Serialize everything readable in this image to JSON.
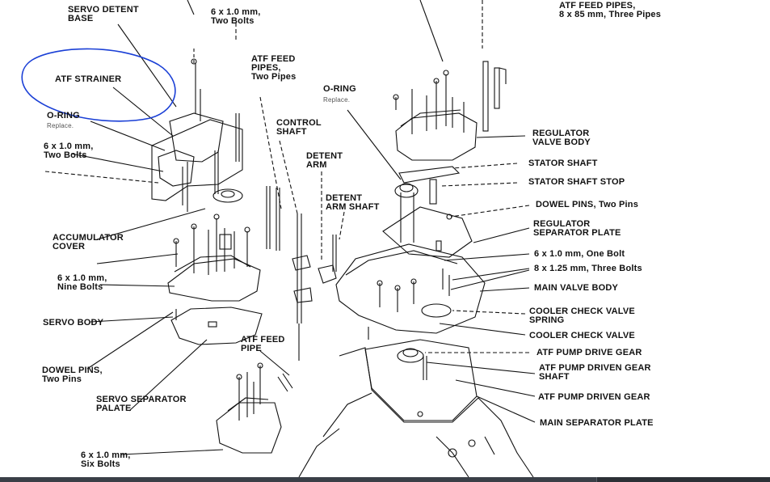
{
  "labels": {
    "servo_detent_base": "SERVO DETENT\nBASE",
    "bolts_6x1_two_top": "6 x 1.0 mm,\nTwo Bolts",
    "atf_feed_pipes_three": "ATF FEED PIPES,\n8 x 85 mm, Three Pipes",
    "atf_strainer": "ATF STRAINER",
    "atf_feed_pipes_two": "ATF FEED\nPIPES,\nTwo Pipes",
    "o_ring_right": "O-RING",
    "o_ring_right_sub": "Replace.",
    "o_ring_left": "O-RING",
    "o_ring_left_sub": "Replace.",
    "control_shaft": "CONTROL\nSHAFT",
    "bolts_6x1_two_left": "6 x 1.0 mm,\nTwo Bolts",
    "detent_arm": "DETENT\nARM",
    "regulator_valve_body": "REGULATOR\nVALVE BODY",
    "stator_shaft": "STATOR SHAFT",
    "stator_shaft_stop": "STATOR SHAFT STOP",
    "detent_arm_shaft": "DETENT\nARM SHAFT",
    "dowel_pins_right": "DOWEL PINS, Two Pins",
    "regulator_separator_plate": "REGULATOR\nSEPARATOR PLATE",
    "accumulator_cover": "ACCUMULATOR\nCOVER",
    "bolt_6x1_one": "6 x 1.0 mm, One Bolt",
    "bolts_8x125_three": "8 x 1.25 mm, Three Bolts",
    "bolts_6x1_nine": "6 x 1.0 mm,\nNine Bolts",
    "main_valve_body": "MAIN VALVE BODY",
    "cooler_check_valve_spring": "COOLER CHECK VALVE\nSPRING",
    "servo_body": "SERVO BODY",
    "cooler_check_valve": "COOLER CHECK VALVE",
    "atf_feed_pipe": "ATF FEED\nPIPE",
    "atf_pump_drive_gear": "ATF PUMP DRIVE GEAR",
    "dowel_pins_left": "DOWEL PINS,\nTwo Pins",
    "atf_pump_driven_gear_shaft": "ATF PUMP DRIVEN GEAR\nSHAFT",
    "servo_separator_plate": "SERVO SEPARATOR\nPALATE",
    "atf_pump_driven_gear": "ATF PUMP DRIVEN GEAR",
    "main_separator_plate": "MAIN SEPARATOR PLATE",
    "bolts_6x1_six": "6 x 1.0 mm,\nSix Bolts"
  },
  "colors": {
    "ink": "#111111",
    "annotation": "#1a3fd6",
    "bar": "#3a3f47"
  }
}
